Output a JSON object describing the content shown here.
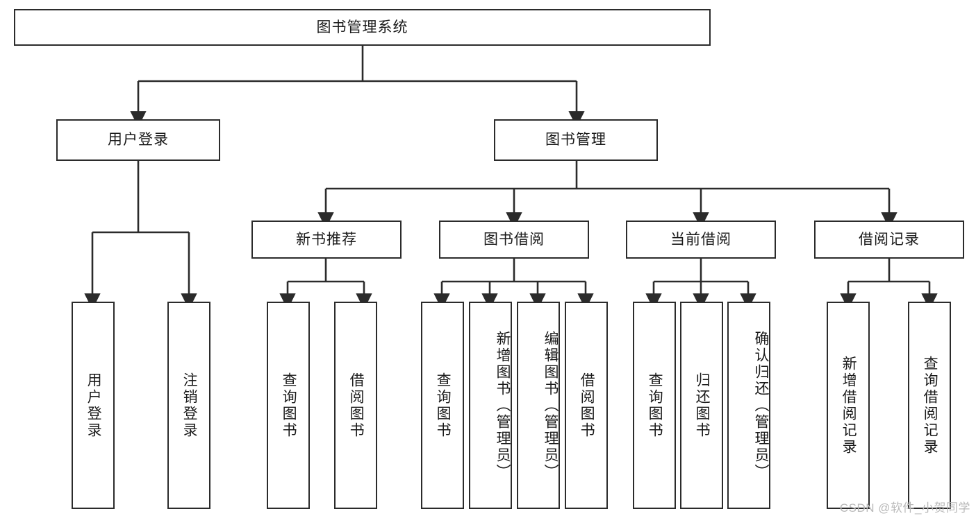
{
  "diagram": {
    "title": "图书管理系统",
    "type": "tree",
    "watermark": "CSDN @软件_小贺同学",
    "colors": {
      "box_border": "#2b2b2b",
      "box_fill": "#ffffff",
      "link": "#2b2b2b",
      "text": "#1a1a1a",
      "watermark": "#b9b9b9",
      "background": "#ffffff"
    },
    "root": {
      "label": "图书管理系统"
    },
    "level2": [
      {
        "label": "用户登录"
      },
      {
        "label": "图书管理"
      }
    ],
    "level3": [
      {
        "label": "新书推荐"
      },
      {
        "label": "图书借阅"
      },
      {
        "label": "当前借阅"
      },
      {
        "label": "借阅记录"
      }
    ],
    "leaves": {
      "user_login": [
        {
          "label": "用户登录"
        },
        {
          "label": "注销登录"
        }
      ],
      "new_book_recommend": [
        {
          "label": "查询图书"
        },
        {
          "label": "借阅图书"
        }
      ],
      "book_borrow": [
        {
          "label": "查询图书"
        },
        {
          "label": "新增图书（管理员）"
        },
        {
          "label": "编辑图书（管理员）"
        },
        {
          "label": "借阅图书"
        }
      ],
      "current_borrow": [
        {
          "label": "查询图书"
        },
        {
          "label": "归还图书"
        },
        {
          "label": "确认归还（管理员）"
        }
      ],
      "borrow_record": [
        {
          "label": "新增借阅记录"
        },
        {
          "label": "查询借阅记录"
        }
      ]
    }
  }
}
